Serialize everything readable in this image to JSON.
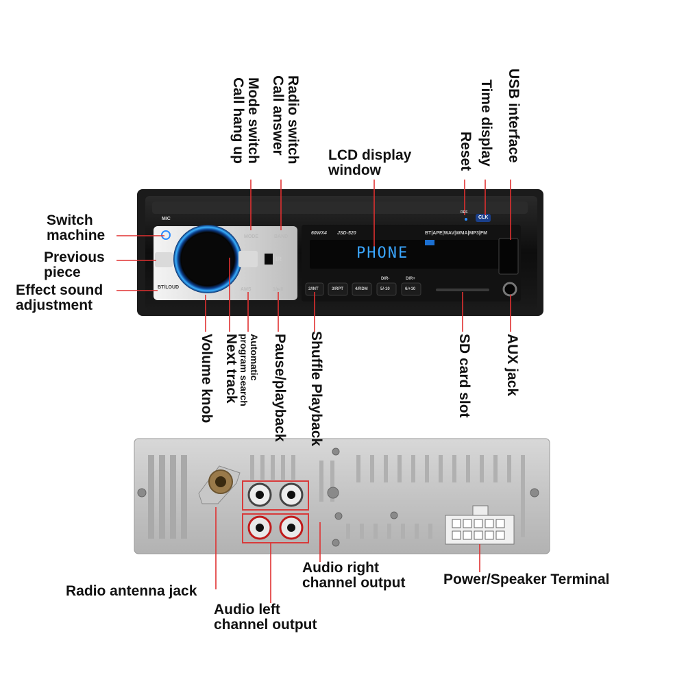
{
  "front_panel": {
    "mic": "MIC",
    "mode_button": "MODE",
    "band_button": "BAND",
    "ams_button": "AMS",
    "pause_button": "1/▶II",
    "bt_loud_button": "BT/LOUD",
    "ir_label": "IR",
    "model_power": "60WX4",
    "model_name": "JSD-520",
    "formats": "BT|APE|WAV|WMA|MP3|FM",
    "lcd_text": "PHONE",
    "reset_label": "RES",
    "clk_button": "CLK",
    "preset_buttons": [
      "2/INT",
      "3/RPT",
      "4/RDM",
      "5/-10",
      "6/+10"
    ],
    "dir_minus": "DIR-",
    "dir_plus": "DIR+"
  },
  "labels": {
    "switch_machine": [
      "Switch",
      "machine"
    ],
    "previous_piece": [
      "Previous",
      "piece"
    ],
    "effect_sound": [
      "Effect sound",
      "adjustment"
    ],
    "mode_switch": [
      "Mode switch",
      "Call hang up"
    ],
    "radio_switch": [
      "Radio switch",
      "Call answer"
    ],
    "lcd_display": [
      "LCD display",
      "window"
    ],
    "reset": "Reset",
    "time_display": "Time display",
    "usb_interface": "USB interface",
    "volume_knob": "Volume knob",
    "next_track": "Next track",
    "automatic_search": [
      "Automatic",
      "program search"
    ],
    "pause_playback": "Pause/playback",
    "shuffle_playback": "Shuffle Playback",
    "sd_card_slot": "SD card slot",
    "aux_jack": "AUX jack",
    "radio_antenna_jack": "Radio antenna jack",
    "audio_left": [
      "Audio left",
      "channel output"
    ],
    "audio_right": [
      "Audio right",
      "channel output"
    ],
    "power_speaker": "Power/Speaker Terminal"
  },
  "colors": {
    "callout_line": "#e03030",
    "highlight_box": "#d83a3a",
    "lcd_glow": "#3aa6ff",
    "knob_ring": "#1e90ff"
  }
}
